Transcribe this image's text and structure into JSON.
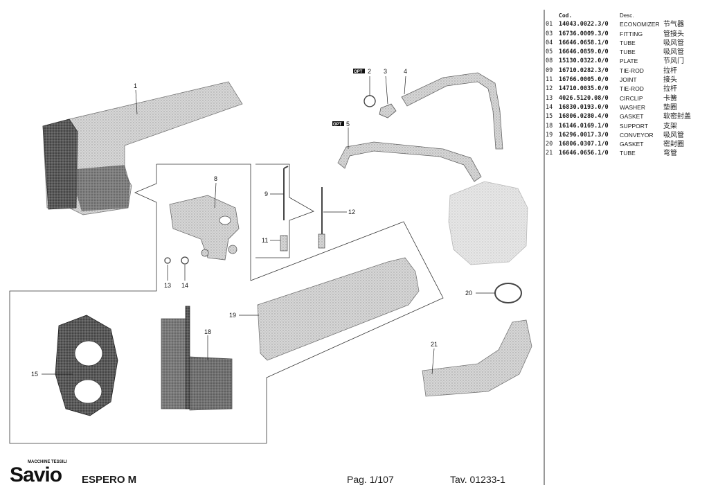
{
  "table": {
    "header_cod": "Cod.",
    "header_desc": "Desc.",
    "rows": [
      {
        "pos": "01",
        "code": "14043.0022.3/0",
        "desc": "ECONOMIZER",
        "cn": "节气器"
      },
      {
        "pos": "03",
        "code": "16736.0009.3/0",
        "desc": "FITTING",
        "cn": "管接头"
      },
      {
        "pos": "04",
        "code": "16646.0658.1/0",
        "desc": "TUBE",
        "cn": "吸风管"
      },
      {
        "pos": "05",
        "code": "16646.0859.0/0",
        "desc": "TUBE",
        "cn": "吸风管"
      },
      {
        "pos": "08",
        "code": "15130.0322.0/0",
        "desc": "PLATE",
        "cn": "节风门"
      },
      {
        "pos": "09",
        "code": "16710.0282.3/0",
        "desc": "TIE-ROD",
        "cn": "拉杆"
      },
      {
        "pos": "11",
        "code": "16766.0005.0/0",
        "desc": "JOINT",
        "cn": "接头"
      },
      {
        "pos": "12",
        "code": "14710.0035.0/0",
        "desc": "TIE-ROD",
        "cn": "拉杆"
      },
      {
        "pos": "13",
        "code": "4026.5120.08/0",
        "desc": "CIRCLIP",
        "cn": "卡簧"
      },
      {
        "pos": "14",
        "code": "16830.0193.0/0",
        "desc": "WASHER",
        "cn": "垫圈"
      },
      {
        "pos": "15",
        "code": "16806.0280.4/0",
        "desc": "GASKET",
        "cn": "软密封盖"
      },
      {
        "pos": "18",
        "code": "16146.0169.1/0",
        "desc": "SUPPORT",
        "cn": "支架"
      },
      {
        "pos": "19",
        "code": "16296.0017.3/0",
        "desc": "CONVEYOR",
        "cn": "吸风管"
      },
      {
        "pos": "20",
        "code": "16806.0307.1/0",
        "desc": "GASKET",
        "cn": "密封圈"
      },
      {
        "pos": "21",
        "code": "16646.0656.1/0",
        "desc": "TUBE",
        "cn": "弯管"
      }
    ]
  },
  "callouts": {
    "c1": "1",
    "c2": "2",
    "c3": "3",
    "c4": "4",
    "c5": "5",
    "c8": "8",
    "c9": "9",
    "c11": "11",
    "c12": "12",
    "c13": "13",
    "c14": "14",
    "c15": "15",
    "c18": "18",
    "c19": "19",
    "c20": "20",
    "c21": "21"
  },
  "opt_badge": "OPT",
  "footer": {
    "brand": "Savio",
    "brand_tag": "MACCHINE TESSILI",
    "model": "ESPERO M",
    "page": "Pag. 1/107",
    "sheet": "Tav. 01233-1"
  }
}
